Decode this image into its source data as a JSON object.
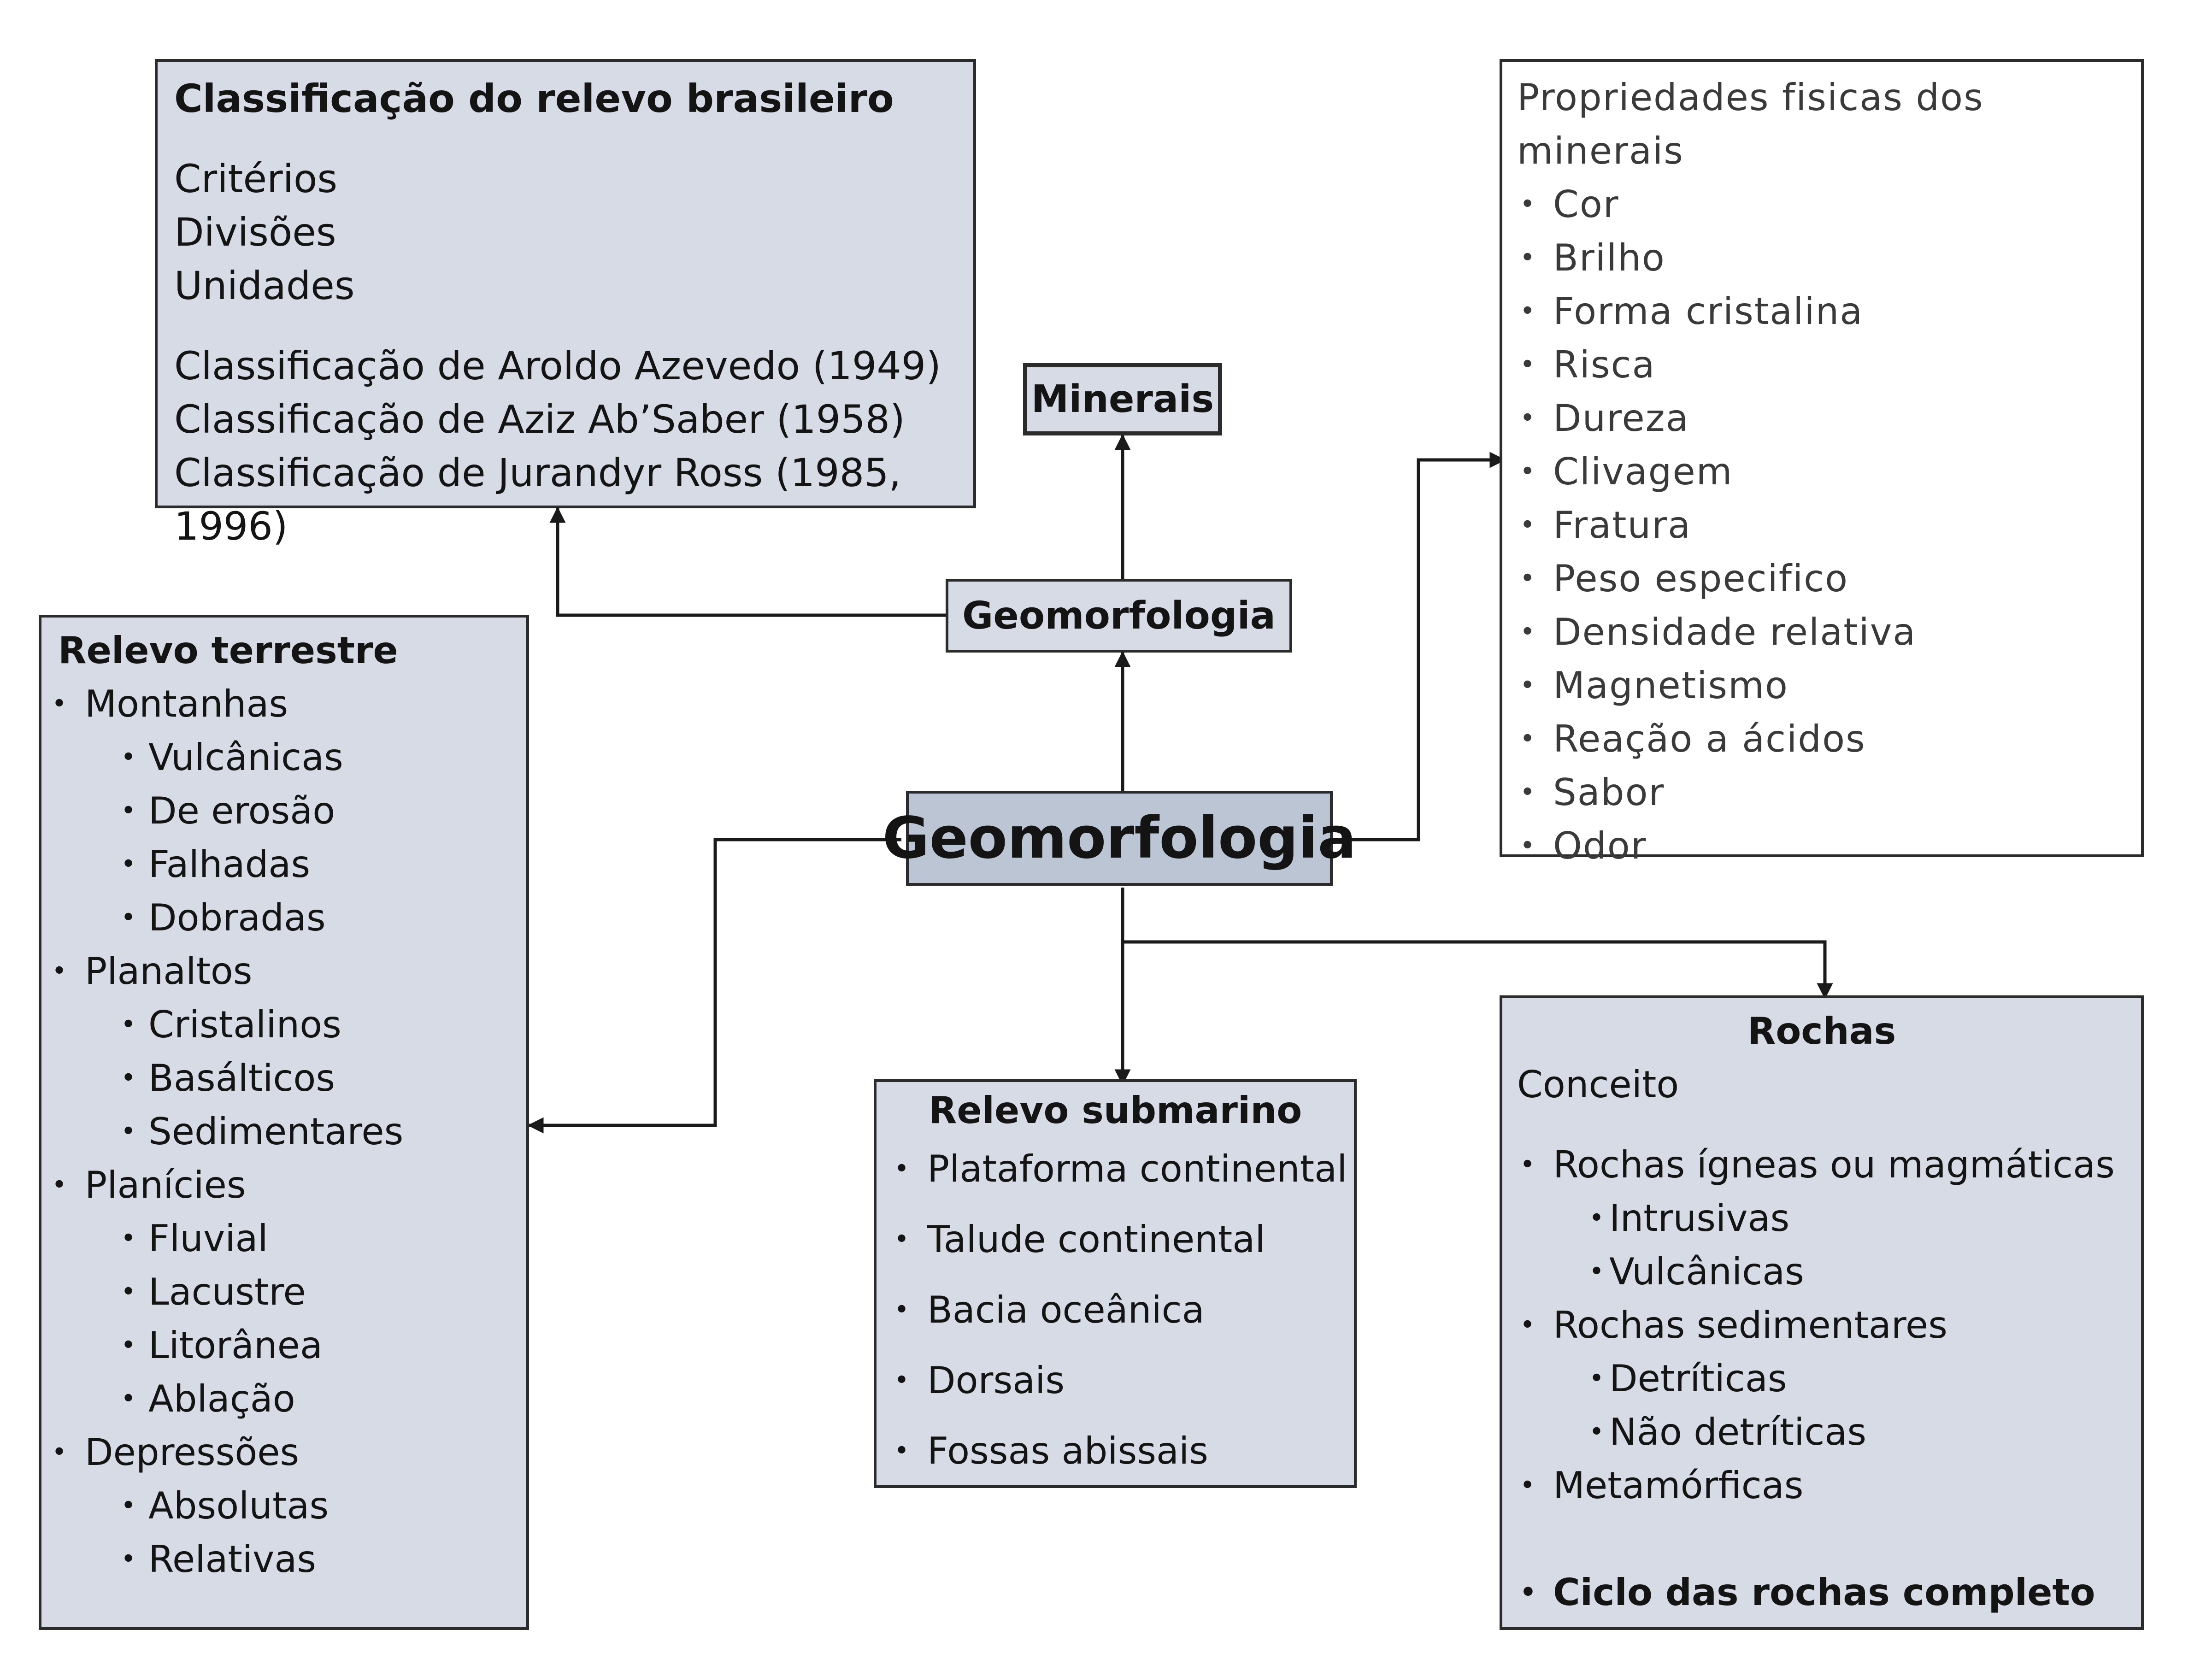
{
  "center": {
    "label": "Geomorfologia"
  },
  "geomorfologia_small": {
    "label": "Geomorfologia"
  },
  "minerais": {
    "label": "Minerais"
  },
  "classificacao": {
    "title": "Classificação do relevo brasileiro",
    "items": [
      "Critérios",
      "Divisões",
      "Unidades"
    ],
    "authors": [
      "Classificação de Aroldo Azevedo (1949)",
      "Classificação de Aziz Ab’Saber (1958)",
      "Classificação de Jurandyr Ross (1985, 1996)"
    ]
  },
  "propriedades": {
    "title": "Propriedades fisicas dos minerais",
    "items": [
      "Cor",
      "Brilho",
      "Forma cristalina",
      "Risca",
      "Dureza",
      "Clivagem",
      "Fratura",
      "Peso especifico",
      "Densidade relativa",
      "Magnetismo",
      "Reação a ácidos",
      "Sabor",
      "Odor"
    ]
  },
  "relevo_terrestre": {
    "title": "Relevo terrestre",
    "groups": [
      {
        "label": "Montanhas",
        "subs": [
          "Vulcânicas",
          "De erosão",
          "Falhadas",
          "Dobradas"
        ]
      },
      {
        "label": "Planaltos",
        "subs": [
          "Cristalinos",
          "Basálticos",
          "Sedimentares"
        ]
      },
      {
        "label": "Planícies",
        "subs": [
          "Fluvial",
          "Lacustre",
          "Litorânea",
          "Ablação"
        ]
      },
      {
        "label": "Depressões",
        "subs": [
          "Absolutas",
          "Relativas"
        ]
      }
    ]
  },
  "relevo_submarino": {
    "title": "Relevo submarino",
    "items": [
      "Plataforma continental",
      "Talude continental",
      "Bacia oceânica",
      "Dorsais",
      "Fossas abissais"
    ]
  },
  "rochas": {
    "title": "Rochas",
    "concept": "Conceito",
    "igneas": {
      "label": "Rochas ígneas ou magmáticas",
      "subs": [
        "Intrusivas",
        "Vulcânicas"
      ]
    },
    "sedimentares": {
      "label": "Rochas sedimentares",
      "subs": [
        "Detríticas",
        "Não detríticas"
      ]
    },
    "metamorficas": "Metamórficas",
    "ciclo": "Ciclo das rochas completo"
  }
}
